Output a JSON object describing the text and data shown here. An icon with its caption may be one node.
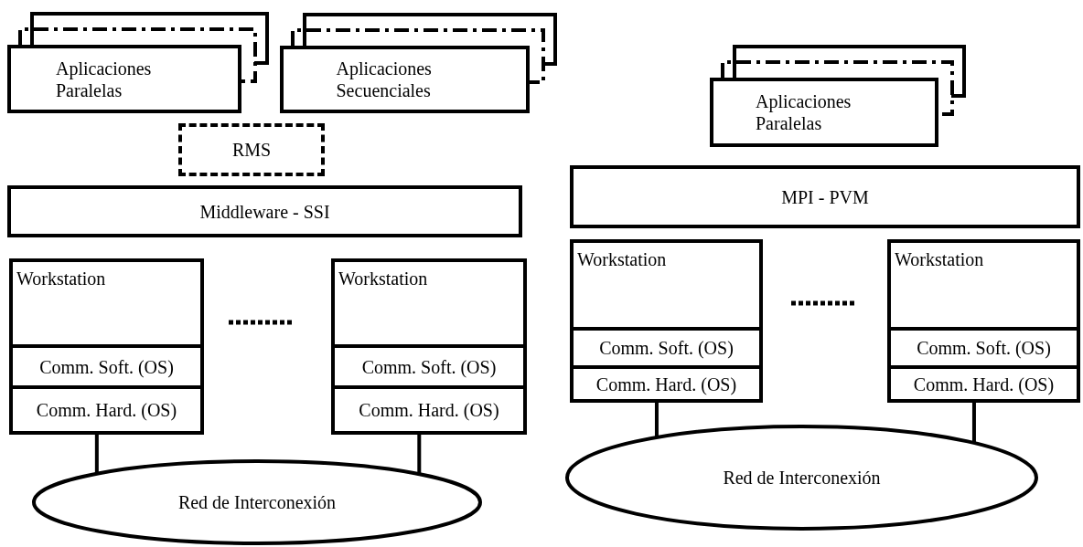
{
  "diagram": {
    "nodes": [
      {
        "text": [
          "Aplicaciones Paralelas"
        ]
      },
      {
        "text": [
          "Aplicaciones Secuenciales"
        ]
      },
      {
        "text": [
          "RMS"
        ]
      },
      {
        "text": [
          "Middleware - SSI"
        ]
      },
      {
        "text": [
          "Workstation"
        ]
      },
      {
        "text": [
          "Comm. Soft. (OS)"
        ],
        "in": 4
      },
      {
        "text": [
          "Comm. Hard. (OS)"
        ],
        "in": 4
      },
      {
        "text": [
          "Workstation"
        ]
      },
      {
        "text": [
          "Comm. Soft. (OS)"
        ],
        "in": 7
      },
      {
        "text": [
          "Comm. Hard. (OS)"
        ],
        "in": 7
      },
      {
        "text": [
          "Red de Interconexión"
        ]
      },
      {
        "text": [
          "Aplicaciones Paralelas"
        ]
      },
      {
        "text": [
          "MPI - PVM"
        ]
      },
      {
        "text": [
          "Workstation"
        ]
      },
      {
        "text": [
          "Comm. Soft. (OS)"
        ],
        "in": 13
      },
      {
        "text": [
          "Comm. Hard. (OS)"
        ],
        "in": 13
      },
      {
        "text": [
          "Workstation"
        ]
      },
      {
        "text": [
          "Comm. Soft. (OS)"
        ],
        "in": 16
      },
      {
        "text": [
          "Comm. Hard. (OS)"
        ],
        "in": 16
      },
      {
        "text": [
          "Red de Interconexión"
        ]
      }
    ],
    "edges": [
      {
        "from": 4,
        "to": 10,
        "arrow": "none"
      },
      {
        "from": 7,
        "to": 10,
        "arrow": "none"
      },
      {
        "from": 13,
        "to": 19,
        "arrow": "none"
      },
      {
        "from": 16,
        "to": 19,
        "arrow": "none"
      }
    ]
  }
}
